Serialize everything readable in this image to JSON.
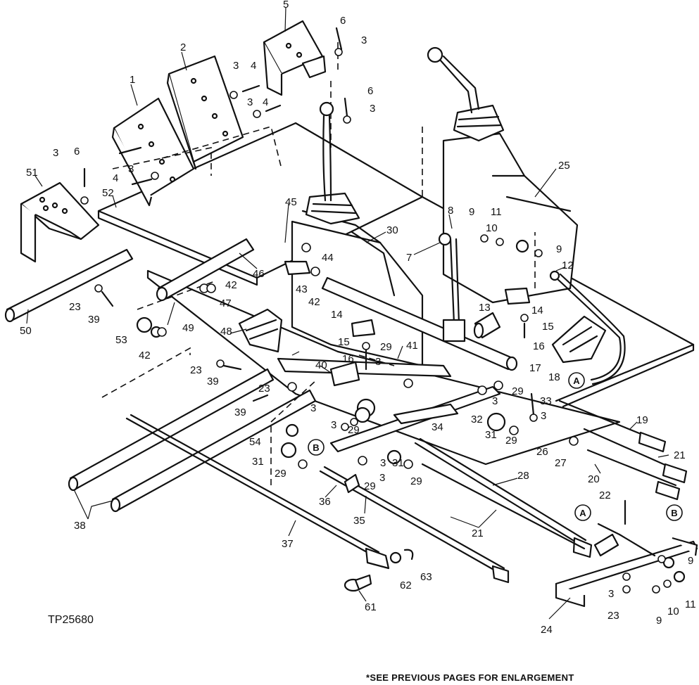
{
  "drawing_id": "TP25680",
  "footnote": "*SEE PREVIOUS PAGES FOR ENLARGEMENT",
  "circle_refs": [
    "A",
    "B"
  ],
  "callouts": [
    "1",
    "2",
    "3",
    "4",
    "5",
    "6",
    "7",
    "8",
    "9",
    "10",
    "11",
    "12",
    "13",
    "14",
    "15",
    "16",
    "17",
    "18",
    "19",
    "20",
    "21",
    "22",
    "23",
    "24",
    "25",
    "26",
    "27",
    "28",
    "29",
    "30",
    "31",
    "32",
    "33",
    "34",
    "35",
    "36",
    "37",
    "38",
    "39",
    "40",
    "41",
    "42",
    "43",
    "44",
    "45",
    "46",
    "47",
    "48",
    "49",
    "50",
    "51",
    "52",
    "53",
    "54",
    "61",
    "62",
    "63"
  ]
}
